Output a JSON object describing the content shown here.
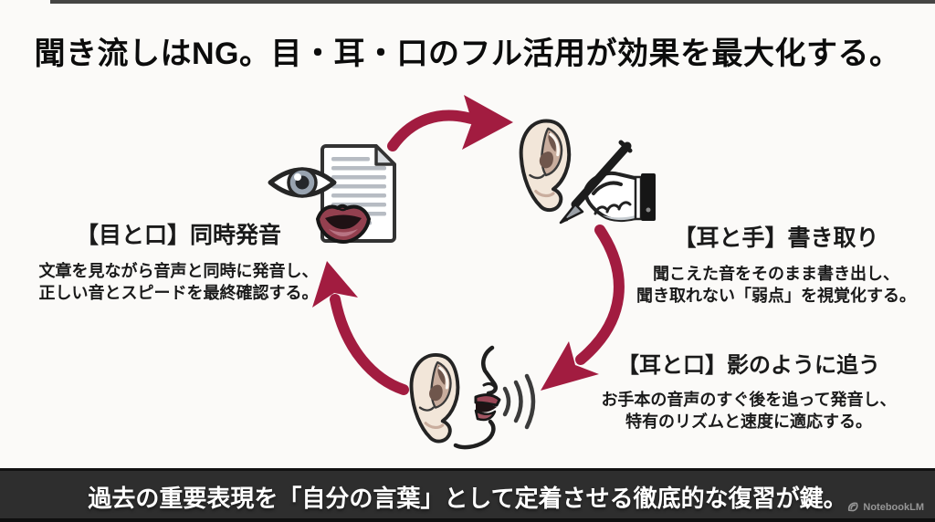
{
  "title": "聞き流しはNG。目・耳・口のフル活用が効果を最大化する。",
  "steps": [
    {
      "heading": "【目と口】同時発音",
      "body_line1": "文章を見ながら音声と同時に発音し、",
      "body_line2": "正しい音とスピードを最終確認する。",
      "icon": "eye-document-lips-illustration"
    },
    {
      "heading": "【耳と手】書き取り",
      "body_line1": "聞こえた音をそのまま書き出し、",
      "body_line2": "聞き取れない「弱点」を視覚化する。",
      "icon": "ear-hand-writing-illustration"
    },
    {
      "heading": "【耳と口】影のように追う",
      "body_line1": "お手本の音声のすぐ後を追って発音し、",
      "body_line2": "特有のリズムと速度に適応する。",
      "icon": "ear-mouth-shadowing-illustration"
    }
  ],
  "footer": {
    "text": "過去の重要表現を「自分の言葉」として定着させる徹底的な復習が鍵。",
    "watermark": "NotebookLM"
  },
  "colors": {
    "arrow_accent": "#A21C40",
    "background": "#FBFAF8",
    "footer_background": "#2E2E2E",
    "footer_text": "#FFFFFF",
    "title_text": "#0C0C0C",
    "ear_skin": "#F2E6D9",
    "ear_shadow": "#C9AD9D",
    "ear_dark": "#6F564C",
    "lips": "#93404F",
    "watermark_text": "#969696"
  }
}
